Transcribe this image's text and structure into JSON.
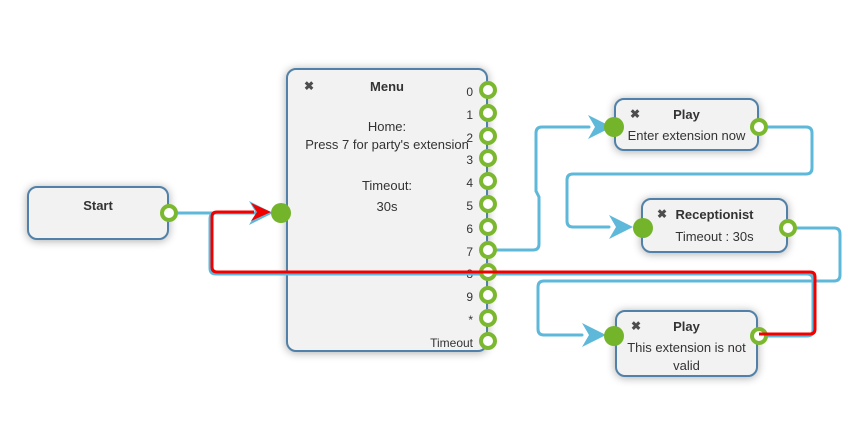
{
  "colors": {
    "connector": "#5db8da",
    "connector_highlight": "#f10000",
    "port_green": "#7cb82f",
    "node_border": "#5181a8",
    "node_background": "#f2f2f2",
    "text": "#333333"
  },
  "icons": {
    "close": "✖"
  },
  "nodes": {
    "start": {
      "title": "Start"
    },
    "menu": {
      "title": "Menu",
      "line1": "Home:",
      "line2": "Press 7 for party's extension",
      "line3": "Timeout:",
      "line4": "30s",
      "outputs": [
        "0",
        "1",
        "2",
        "3",
        "4",
        "5",
        "6",
        "7",
        "8",
        "9",
        "*",
        "Timeout"
      ]
    },
    "play_enter": {
      "title": "Play",
      "text": "Enter extension now"
    },
    "receptionist": {
      "title": "Receptionist",
      "text": "Timeout : 30s"
    },
    "play_invalid": {
      "title": "Play",
      "text_line1": "This extension is not",
      "text_line2": "valid"
    }
  },
  "connections": [
    {
      "from": "start",
      "to": "menu",
      "color": "blue"
    },
    {
      "from": "menu:7",
      "to": "play_enter",
      "color": "blue"
    },
    {
      "from": "play_enter",
      "to": "receptionist",
      "color": "blue"
    },
    {
      "from": "receptionist",
      "to": "play_invalid",
      "color": "blue"
    },
    {
      "from": "play_invalid",
      "to": "menu",
      "color": "red"
    }
  ]
}
